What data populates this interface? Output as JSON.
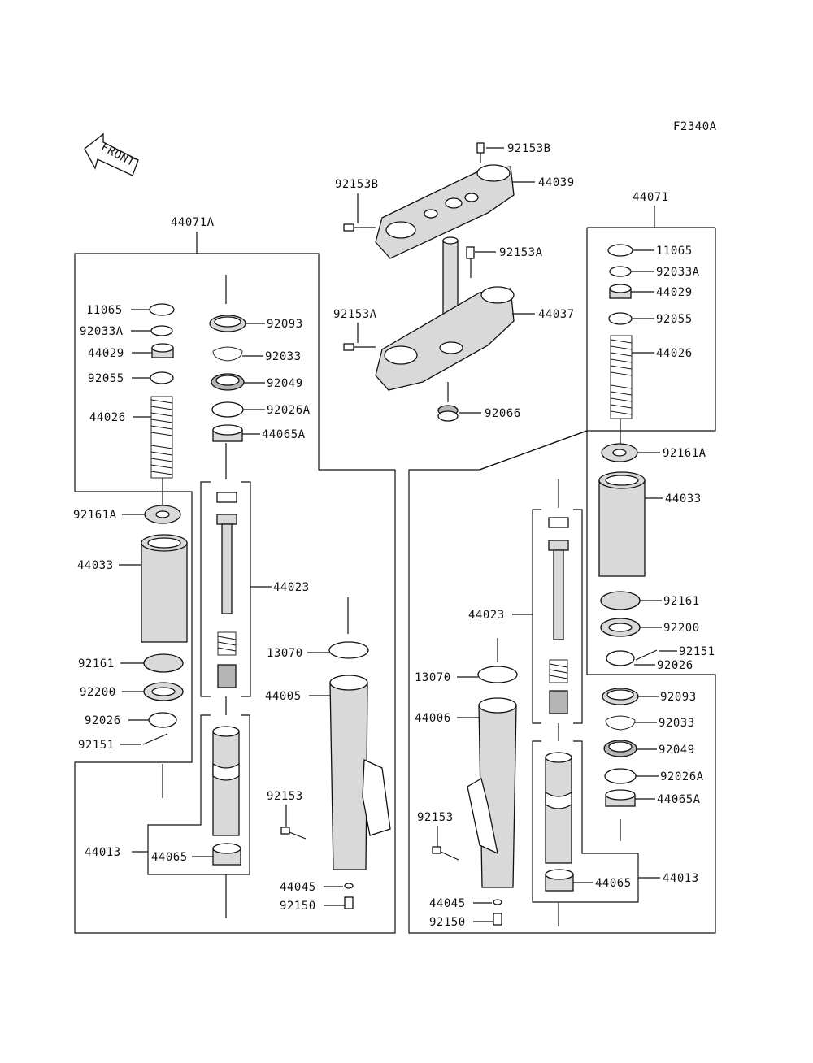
{
  "figure_code": "F2340A",
  "front_arrow_text": "FRONT",
  "colors": {
    "line": "#111111",
    "fill_light": "#d9d9d9",
    "fill_mid": "#b5b5b5",
    "background": "#ffffff"
  },
  "labels": {
    "top": {
      "bolt_top": "92153B",
      "upper_bracket": "44039",
      "bolt_upper_left": "92153B",
      "stem_bolt": "92153A",
      "bolt_lower_left": "92153A",
      "lower_bracket": "44037",
      "stem_nut": "92066"
    },
    "left": {
      "assembly": "44071A",
      "cap": "11065",
      "oring": "92033A",
      "plug": "44029",
      "oring2": "92055",
      "spring": "44026",
      "seal": "92093",
      "circlip": "92033",
      "oil_seal": "92049",
      "washer": "92026A",
      "bush": "44065A",
      "spacer_washer": "92161A",
      "spacer": "44033",
      "cyl": "44023",
      "washer2": "92161",
      "plate": "92200",
      "clamp": "92026",
      "screw": "92151",
      "oring3": "13070",
      "outer_tube": "44005",
      "inner_tube": "44013",
      "bush2": "44065",
      "bolt": "92153",
      "gasket": "44045",
      "drain": "92150"
    },
    "right": {
      "assembly": "44071",
      "cap": "11065",
      "oring": "92033A",
      "plug": "44029",
      "oring2": "92055",
      "spring": "44026",
      "spacer_washer": "92161A",
      "spacer": "44033",
      "washer2": "92161",
      "plate": "92200",
      "screw": "92151",
      "clamp": "92026",
      "seal": "92093",
      "circlip": "92033",
      "oil_seal": "92049",
      "washer": "92026A",
      "bush": "44065A",
      "cyl": "44023",
      "oring3": "13070",
      "outer_tube": "44006",
      "bolt": "92153",
      "bush2": "44065",
      "inner_tube": "44013",
      "gasket": "44045",
      "drain": "92150"
    }
  }
}
